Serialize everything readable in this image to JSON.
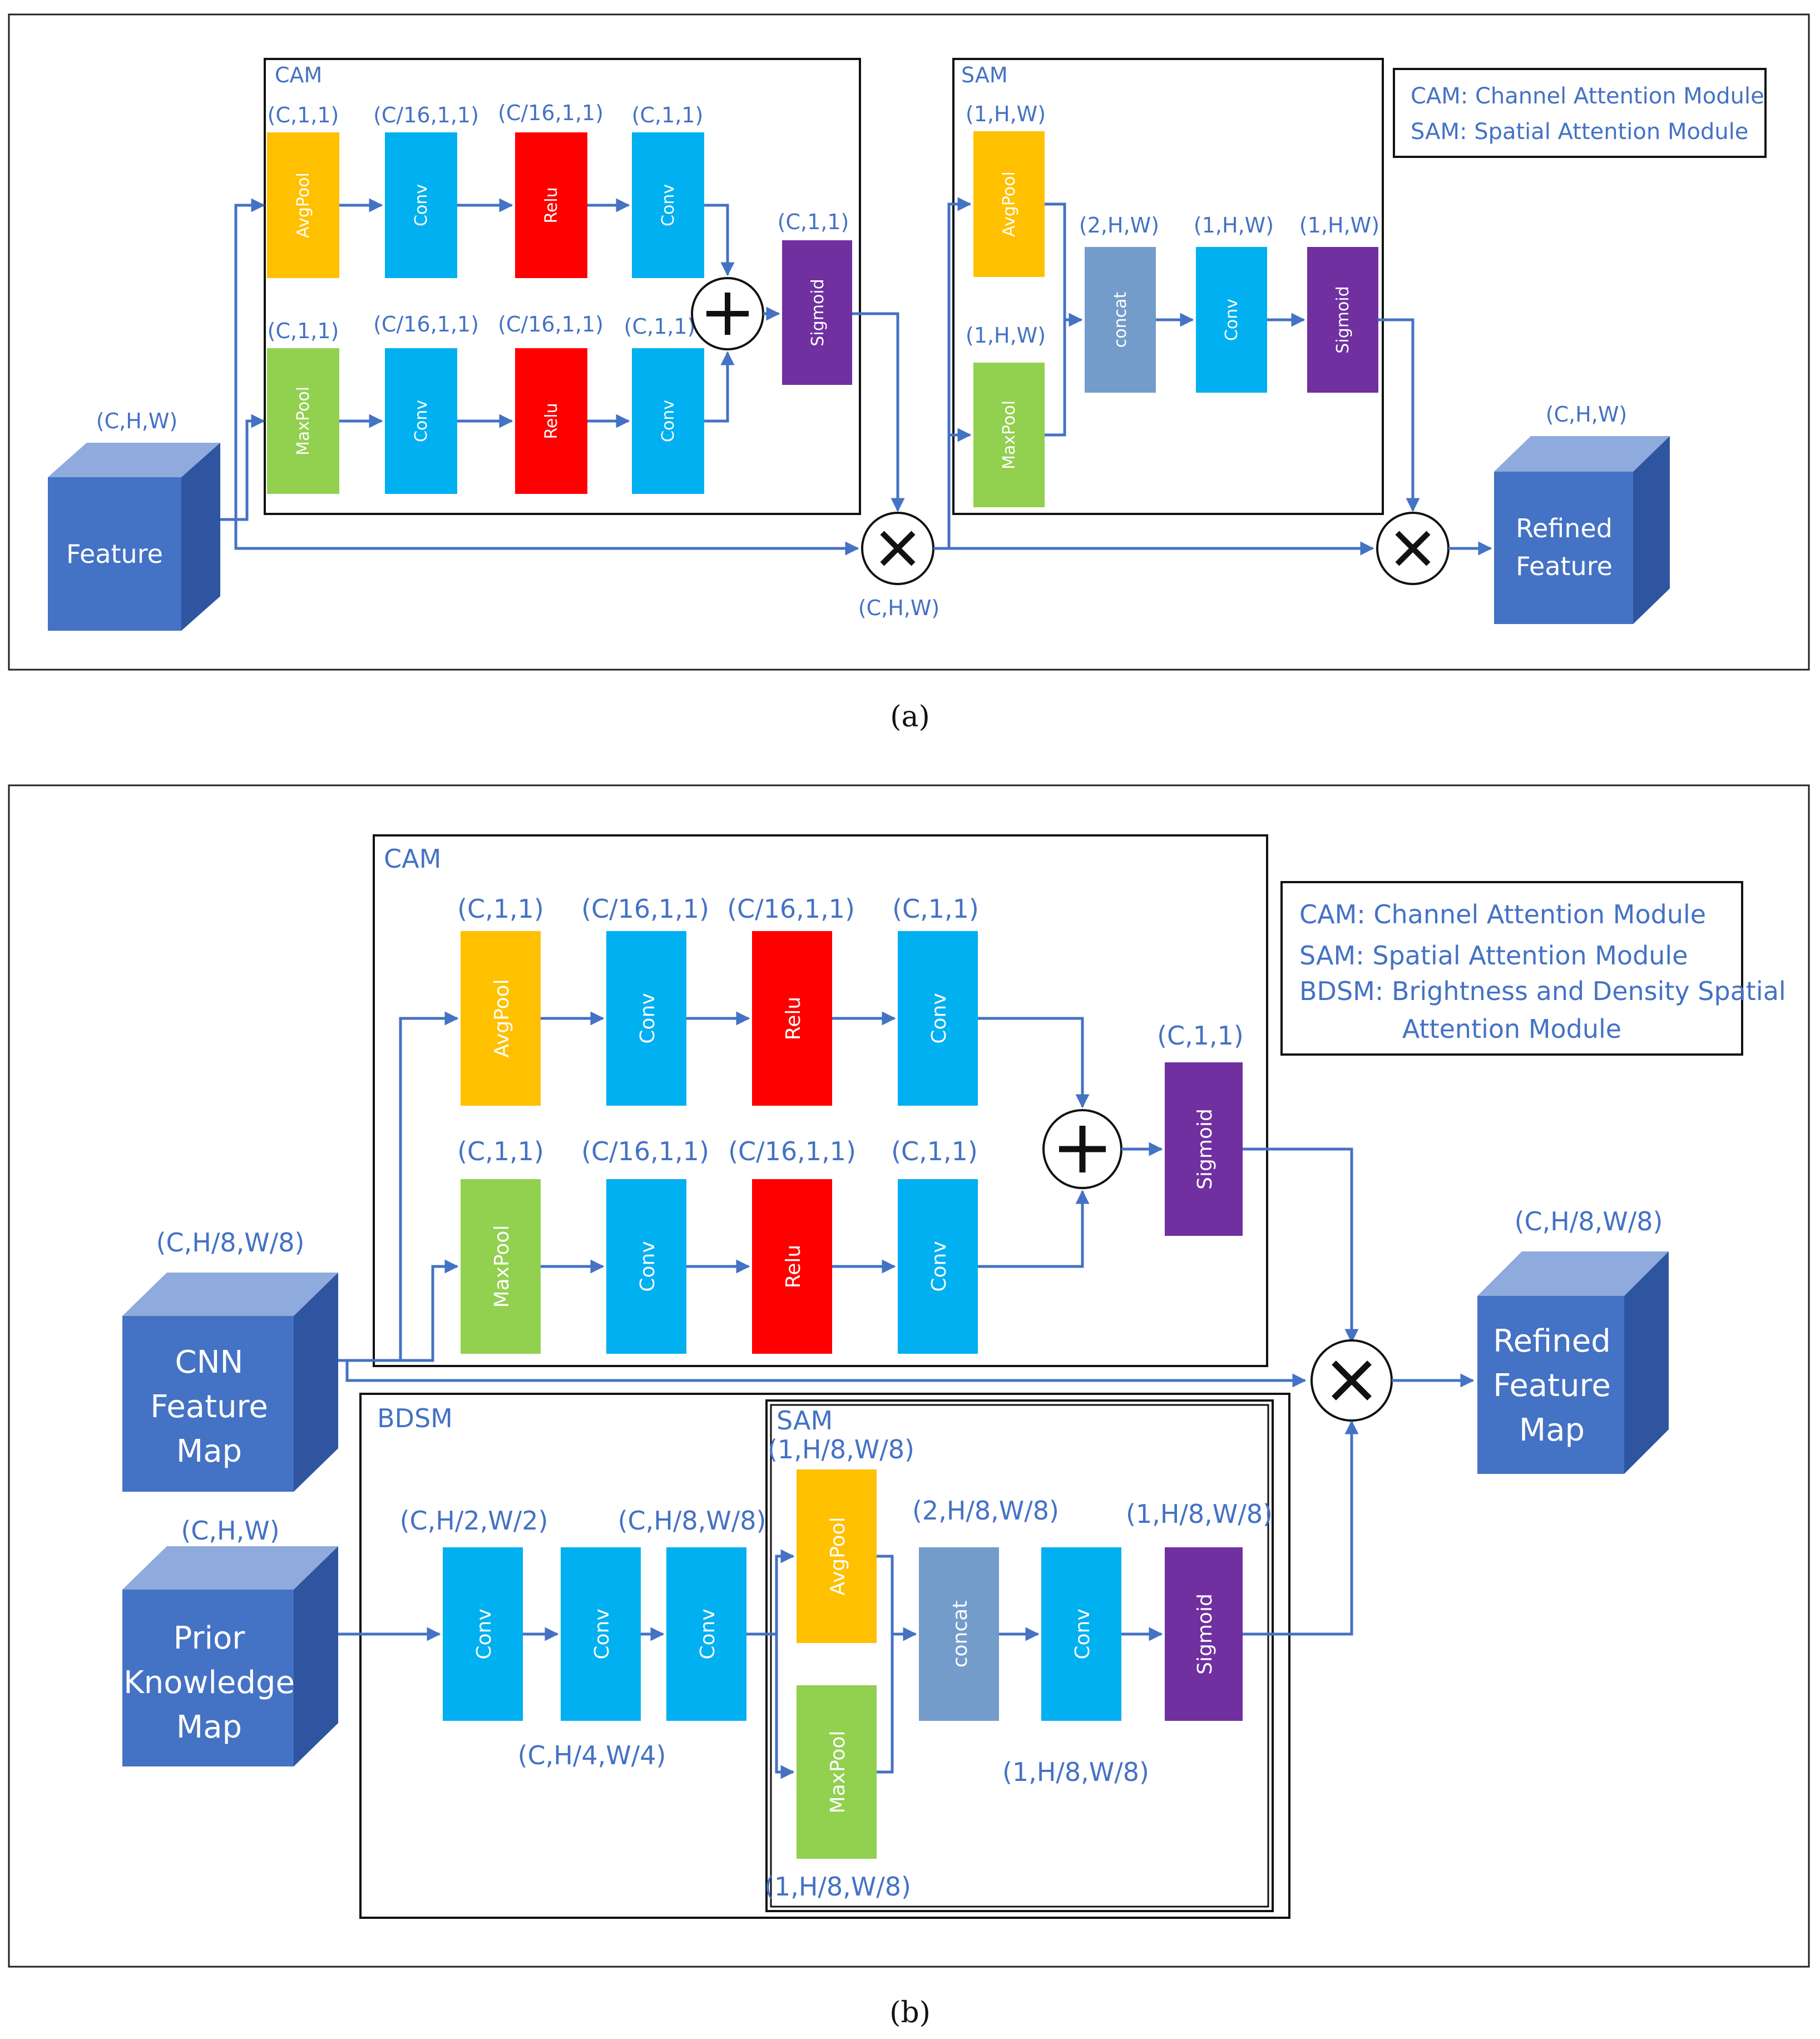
{
  "colors": {
    "accent": "#4472C4",
    "avgpool": "#FFC000",
    "maxpool": "#92D050",
    "conv": "#00B0F0",
    "relu": "#FF0000",
    "sigmoid": "#7030A0",
    "concat": "#739CCB",
    "cube_front": "#4472C4",
    "cube_top": "#8FAADC",
    "cube_side": "#2F55A0"
  },
  "panel_a": {
    "caption": "(a)",
    "cam_title": "CAM",
    "sam_title": "SAM",
    "legend": [
      "CAM: Channel Attention Module",
      "SAM: Spatial Attention Module"
    ],
    "input_cube": "Feature",
    "input_dim": "(C,H,W)",
    "output_cube": [
      "Refined",
      "Feature"
    ],
    "output_dim": "(C,H,W)",
    "mult1_dim": "(C,H,W)",
    "cam_top": [
      {
        "label": "AvgPool",
        "dim": "(C,1,1)"
      },
      {
        "label": "Conv",
        "dim": "(C/16,1,1)"
      },
      {
        "label": "Relu",
        "dim": "(C/16,1,1)"
      },
      {
        "label": "Conv",
        "dim": "(C,1,1)"
      }
    ],
    "cam_bottom": [
      {
        "label": "MaxPool",
        "dim": "(C,1,1)"
      },
      {
        "label": "Conv",
        "dim": "(C/16,1,1)"
      },
      {
        "label": "Relu",
        "dim": "(C/16,1,1)"
      },
      {
        "label": "Conv",
        "dim": "(C,1,1)"
      }
    ],
    "cam_sigmoid": {
      "label": "Sigmoid",
      "dim": "(C,1,1)"
    },
    "sam_avgpool": {
      "label": "AvgPool",
      "dim": "(1,H,W)"
    },
    "sam_maxpool": {
      "label": "MaxPool",
      "dim": "(1,H,W)"
    },
    "sam_concat": {
      "label": "concat",
      "dim": "(2,H,W)"
    },
    "sam_conv": {
      "label": "Conv",
      "dim": "(1,H,W)"
    },
    "sam_sigmoid": {
      "label": "Sigmoid",
      "dim": "(1,H,W)"
    }
  },
  "panel_b": {
    "caption": "(b)",
    "cam_title": "CAM",
    "bdsm_title": "BDSM",
    "sam_title": "SAM",
    "legend": [
      "CAM: Channel Attention Module",
      "SAM: Spatial Attention Module",
      "BDSM: Brightness and Density Spatial",
      "Attention Module"
    ],
    "cnn_cube": [
      "CNN",
      "Feature",
      "Map"
    ],
    "cnn_dim": "(C,H/8,W/8)",
    "prior_cube": [
      "Prior",
      "Knowledge",
      "Map"
    ],
    "prior_dim": "(C,H,W)",
    "output_cube": [
      "Refined",
      "Feature",
      "Map"
    ],
    "output_dim": "(C,H/8,W/8)",
    "cam_top": [
      {
        "label": "AvgPool",
        "dim": "(C,1,1)"
      },
      {
        "label": "Conv",
        "dim": "(C/16,1,1)"
      },
      {
        "label": "Relu",
        "dim": "(C/16,1,1)"
      },
      {
        "label": "Conv",
        "dim": "(C,1,1)"
      }
    ],
    "cam_bottom": [
      {
        "label": "MaxPool",
        "dim": "(C,1,1)"
      },
      {
        "label": "Conv",
        "dim": "(C/16,1,1)"
      },
      {
        "label": "Relu",
        "dim": "(C/16,1,1)"
      },
      {
        "label": "Conv",
        "dim": "(C,1,1)"
      }
    ],
    "cam_sigmoid": {
      "label": "Sigmoid",
      "dim": "(C,1,1)"
    },
    "bdsm_conv1": {
      "label": "Conv",
      "dim": "(C,H/2,W/2)"
    },
    "bdsm_conv2": {
      "label": "Conv",
      "dim": "(C,H/4,W/4)"
    },
    "bdsm_conv3": {
      "label": "Conv",
      "dim": "(C,H/8,W/8)"
    },
    "sam_avgpool": {
      "label": "AvgPool",
      "dim": "(1,H/8,W/8)"
    },
    "sam_maxpool": {
      "label": "MaxPool",
      "dim": "(1,H/8,W/8)"
    },
    "sam_concat": {
      "label": "concat",
      "dim": "(2,H/8,W/8)"
    },
    "sam_conv": {
      "label": "Conv",
      "dim": "(1,H/8,W/8)"
    },
    "sam_sigmoid": {
      "label": "Sigmoid",
      "dim": "(1,H/8,W/8)"
    }
  }
}
